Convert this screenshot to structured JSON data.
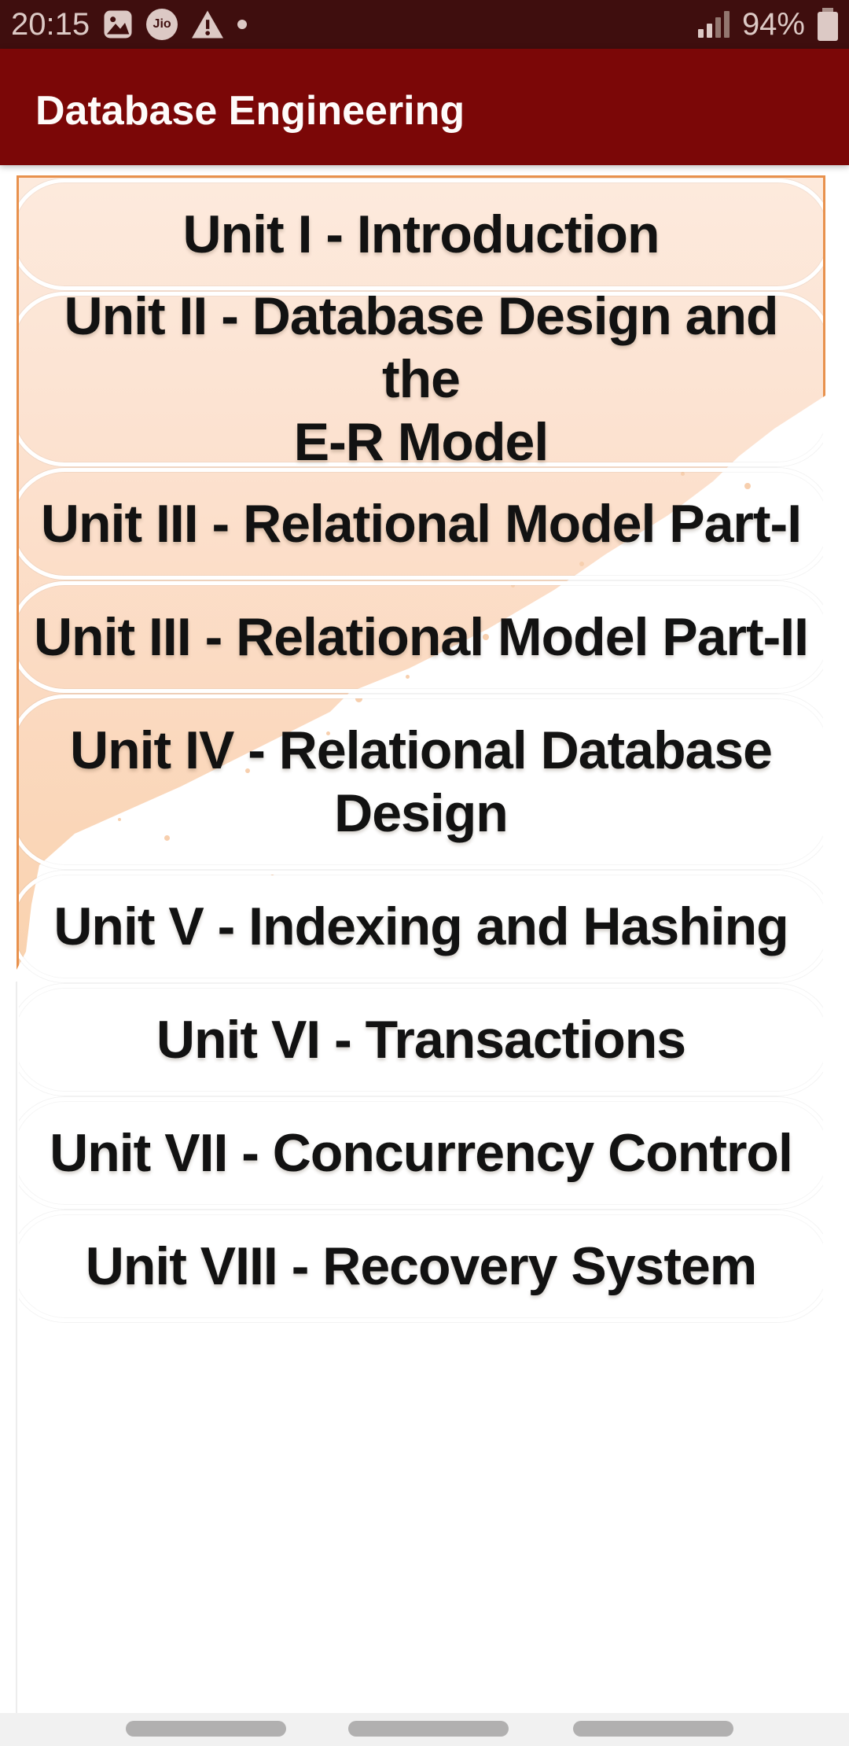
{
  "status_bar": {
    "time": "20:15",
    "jio_label": "Jio",
    "battery_percent": "94%",
    "icons": [
      "gallery-icon",
      "jio-icon",
      "warning-icon",
      "notification-dot",
      "signal-icon",
      "battery-icon"
    ]
  },
  "app_bar": {
    "title": "Database Engineering"
  },
  "units": [
    "Unit I - Introduction",
    "Unit II - Database Design and the\nE-R Model",
    "Unit III - Relational Model Part-I",
    "Unit III - Relational Model Part-II",
    "Unit IV - Relational Database\nDesign",
    "Unit V - Indexing and Hashing",
    "Unit VI - Transactions",
    "Unit VII - Concurrency Control",
    "Unit VIII - Recovery System"
  ],
  "nav_bar": {
    "buttons": [
      "recents",
      "home",
      "back"
    ]
  },
  "colors": {
    "status_bar_bg": "#3f0e0e",
    "app_bar_bg": "#7b0707",
    "paper_fill": "#fbdcc2",
    "paper_border": "#e8914d",
    "title_text": "#fefbfa",
    "unit_text": "#121212",
    "nav_bar_bg": "#f1f1f1",
    "nav_pill": "#b1b0b0"
  }
}
